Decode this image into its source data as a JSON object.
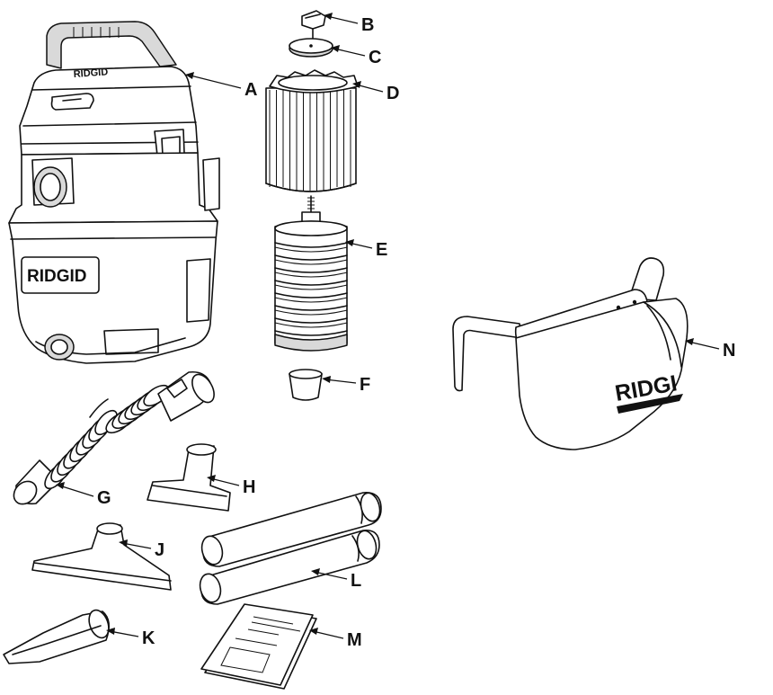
{
  "brand": {
    "logo_text": "RIDGID",
    "logo_text_handle": "RIDGID",
    "logo_text_bag": "RIDGI"
  },
  "parts": [
    {
      "key": "A",
      "label": "A"
    },
    {
      "key": "B",
      "label": "B"
    },
    {
      "key": "C",
      "label": "C"
    },
    {
      "key": "D",
      "label": "D"
    },
    {
      "key": "E",
      "label": "E"
    },
    {
      "key": "F",
      "label": "F"
    },
    {
      "key": "G",
      "label": "G"
    },
    {
      "key": "H",
      "label": "H"
    },
    {
      "key": "J",
      "label": "J"
    },
    {
      "key": "K",
      "label": "K"
    },
    {
      "key": "L",
      "label": "L"
    },
    {
      "key": "M",
      "label": "M"
    },
    {
      "key": "N",
      "label": "N"
    }
  ],
  "colors": {
    "line": "#111111",
    "shade": "#d9d9d9",
    "background": "#ffffff"
  }
}
